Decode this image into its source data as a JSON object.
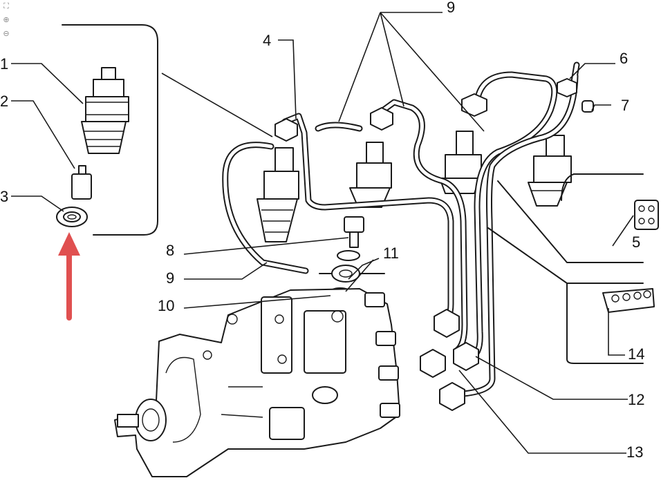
{
  "viewer_tools": [
    {
      "name": "fit-page-icon",
      "glyph": "⛶"
    },
    {
      "name": "zoom-in-icon",
      "glyph": "⊕"
    },
    {
      "name": "zoom-out-icon",
      "glyph": "⊖"
    }
  ],
  "callouts": {
    "c1": "1",
    "c2": "2",
    "c3": "3",
    "c4": "4",
    "c5": "5",
    "c6": "6",
    "c7": "7",
    "c8": "8",
    "c9_top": "9",
    "c9_left": "9",
    "c10": "10",
    "c11": "11",
    "c12": "12",
    "c13": "13",
    "c14": "14"
  },
  "colors": {
    "line_art": "#1a1a1a",
    "highlight_arrow": "#e05050",
    "background": "#ffffff"
  }
}
